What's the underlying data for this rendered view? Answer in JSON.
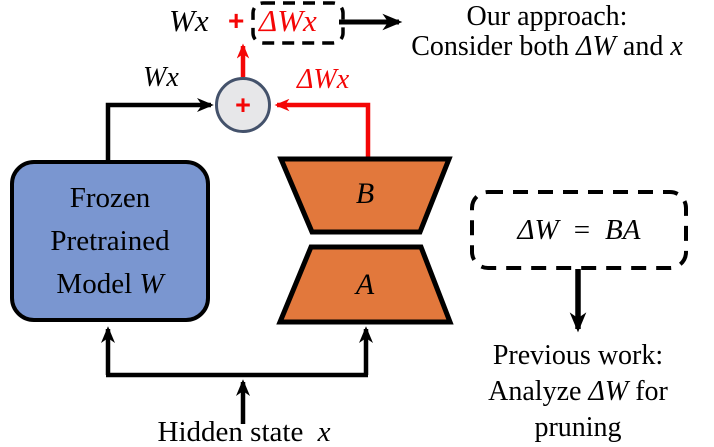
{
  "colors": {
    "red": "#f40606",
    "orange": "#e2783c",
    "blue": "#7a96d0",
    "adder_fill": "#e7e7e9",
    "adder_border": "#44526b",
    "line_black": "#000000"
  },
  "output_formula": {
    "wx": "Wx",
    "plus": "+",
    "delta_wx": "ΔWx"
  },
  "our_approach": {
    "line1": "Our approach:",
    "line2_prefix": "Consider both",
    "line2_delta_w": "ΔW",
    "line2_middle": "and",
    "line2_x": "x"
  },
  "adder": {
    "plus": "+",
    "wx_label": "Wx",
    "delta_wx_label": "ΔWx"
  },
  "frozen_model": {
    "line1": "Frozen",
    "line2": "Pretrained",
    "line3_prefix": "Model",
    "line3_w": "W"
  },
  "lora": {
    "b_label": "B",
    "a_label": "A"
  },
  "delta_w_formula": {
    "delta_w": "ΔW",
    "equals": "=",
    "ba": "BA"
  },
  "previous_work": {
    "line1": "Previous work:",
    "line2_prefix": "Analyze",
    "line2_delta_w": "ΔW",
    "line2_suffix": "for",
    "line3": "pruning"
  },
  "hidden_state": {
    "prefix": "Hidden state",
    "x": "x"
  }
}
